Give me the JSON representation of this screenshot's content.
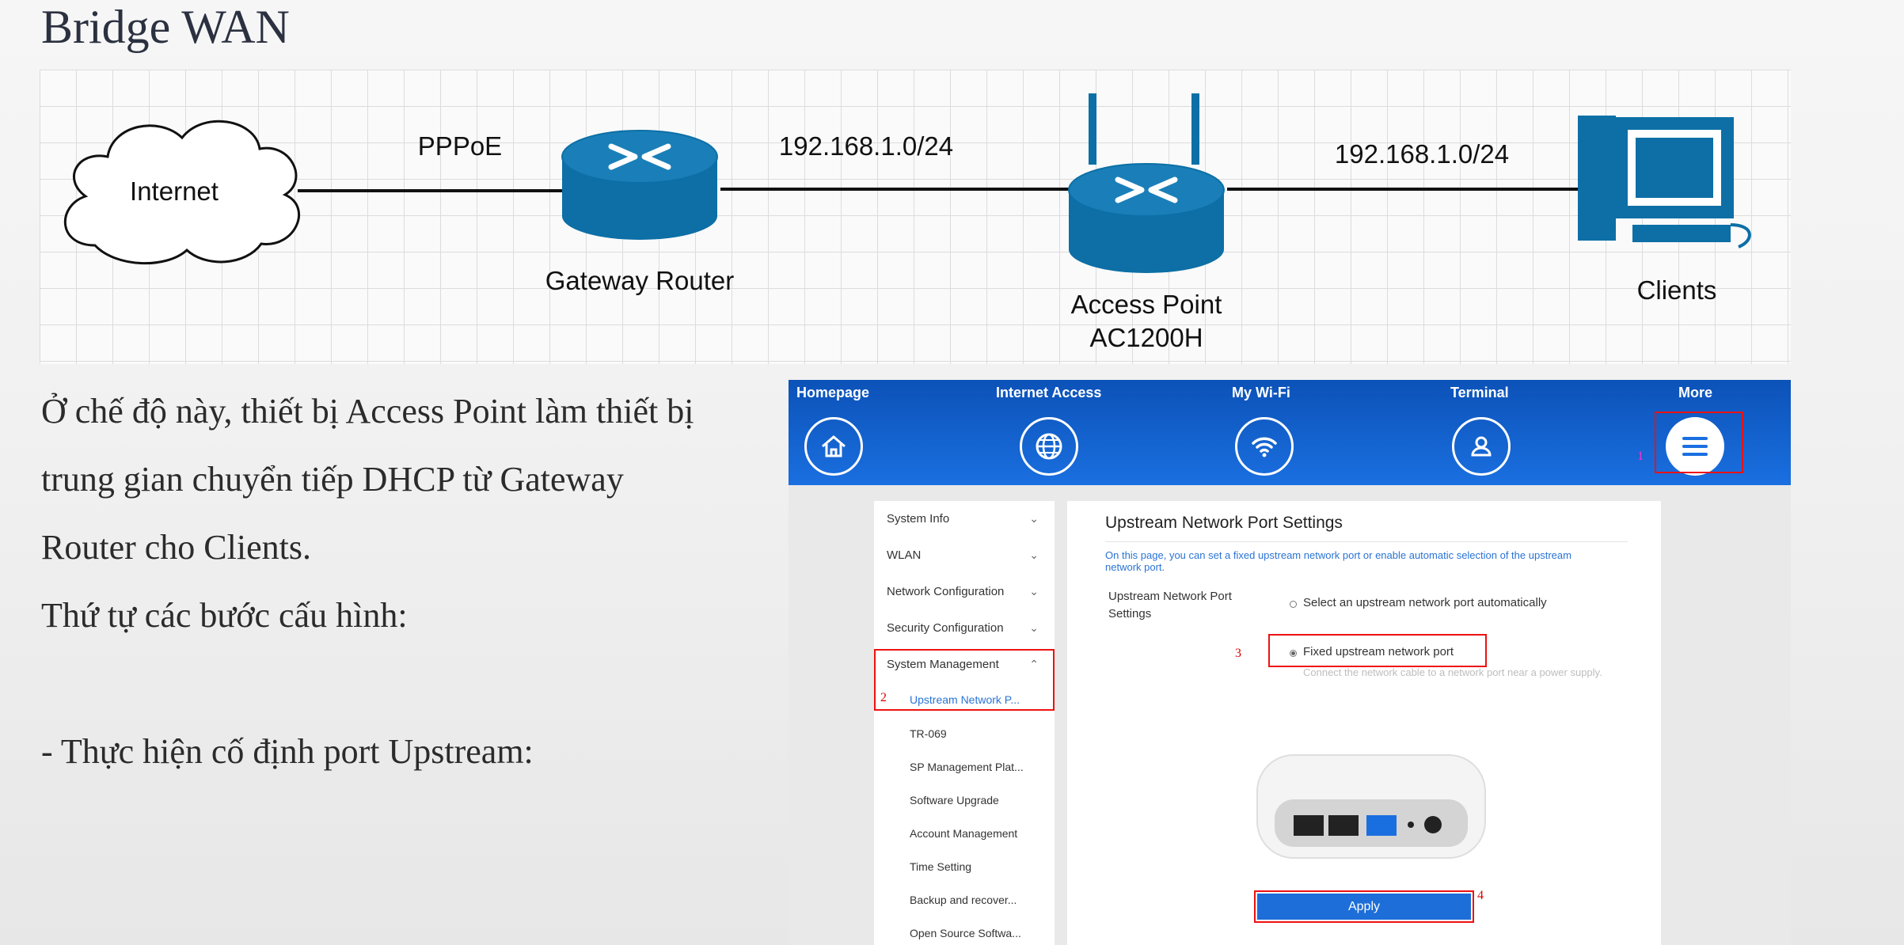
{
  "slide": {
    "title": "Bridge WAN",
    "paragraph_lines": [
      "Ở chế độ này, thiết bị Access Point làm thiết bị",
      "trung gian chuyển tiếp DHCP từ Gateway",
      "Router cho Clients.",
      "Thứ tự các bước cấu hình:",
      "- Thực hiện cố định port Upstream:"
    ]
  },
  "diagram": {
    "internet_label": "Internet",
    "pppoe_label": "PPPoE",
    "gateway_label": "Gateway Router",
    "subnet_left": "192.168.1.0/24",
    "subnet_right": "192.168.1.0/24",
    "ap_label_line1": "Access Point",
    "ap_label_line2": "AC1200H",
    "clients_label": "Clients",
    "accent_color": "#0d6fa6"
  },
  "router_ui": {
    "nav": [
      {
        "label": "Homepage",
        "icon": "home-icon"
      },
      {
        "label": "Internet Access",
        "icon": "globe-icon"
      },
      {
        "label": "My Wi-Fi",
        "icon": "wifi-icon"
      },
      {
        "label": "Terminal",
        "icon": "user-icon"
      },
      {
        "label": "More",
        "icon": "menu-icon"
      }
    ],
    "step_markers": [
      "1",
      "2",
      "3",
      "4"
    ],
    "sidebar": {
      "groups": [
        "System Info",
        "WLAN",
        "Network Configuration",
        "Security Configuration",
        "System Management"
      ],
      "sub_items": [
        "Upstream Network P...",
        "TR-069",
        "SP Management Plat...",
        "Software Upgrade",
        "Account Management",
        "Time Setting",
        "Backup and recover...",
        "Open Source Softwa..."
      ]
    },
    "panel": {
      "title": "Upstream Network Port Settings",
      "description": "On this page, you can set a fixed upstream network port or enable automatic selection of the upstream network port.",
      "field_label": "Upstream Network Port Settings",
      "option_auto": "Select an upstream network port automatically",
      "option_fixed": "Fixed upstream network port",
      "hint": "Connect the network cable to a network port near a power supply.",
      "apply_label": "Apply",
      "selected_option": "fixed"
    },
    "colors": {
      "topbar": "#1461cc",
      "highlight_box": "#e11111",
      "link": "#2a74d6",
      "apply_button": "#1d6ed8"
    }
  }
}
